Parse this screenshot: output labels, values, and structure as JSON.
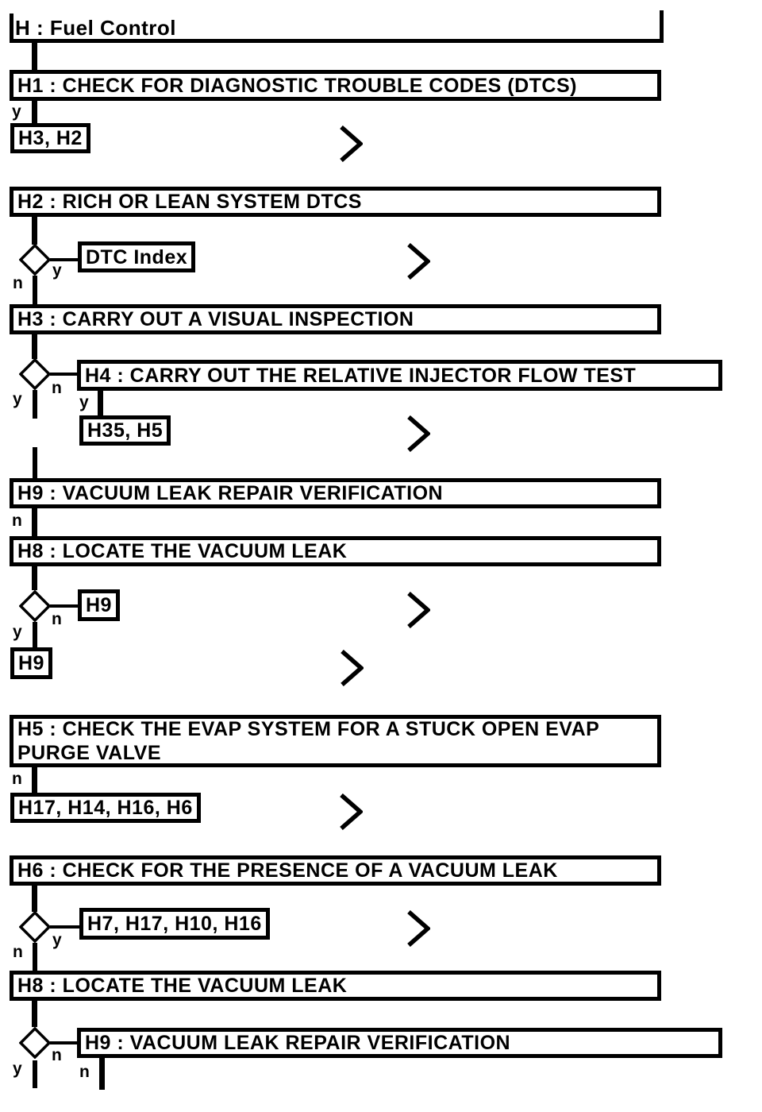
{
  "colors": {
    "ink": "#000000",
    "paper": "#ffffff"
  },
  "labels": {
    "yes": "y",
    "no": "n"
  },
  "flow": {
    "title": "H : Fuel Control",
    "h1": "H1 : CHECK FOR DIAGNOSTIC TROUBLE CODES (DTCS)",
    "h1_yes_goto": "H3, H2",
    "h2": "H2 : RICH OR LEAN SYSTEM DTCS",
    "h2_yes_goto": "DTC Index",
    "h3": "H3 : CARRY OUT A VISUAL INSPECTION",
    "h4": "H4 : CARRY OUT THE RELATIVE INJECTOR FLOW TEST",
    "h4_yes_goto": "H35, H5",
    "h9_first": "H9 : VACUUM LEAK REPAIR VERIFICATION",
    "h8_first": "H8 : LOCATE THE VACUUM LEAK",
    "h8_first_no_goto": "H9",
    "h8_first_yes_goto": "H9",
    "h5_line1": "H5 : CHECK THE EVAP SYSTEM FOR A STUCK OPEN EVAP",
    "h5_line2": "PURGE VALVE",
    "h5_no_goto": "H17, H14, H16, H6",
    "h6": "H6 : CHECK FOR THE PRESENCE OF A VACUUM LEAK",
    "h6_yes_goto": "H7, H17, H10, H16",
    "h8_second": "H8 : LOCATE THE VACUUM LEAK",
    "h9_second": "H9 : VACUUM LEAK REPAIR VERIFICATION"
  }
}
